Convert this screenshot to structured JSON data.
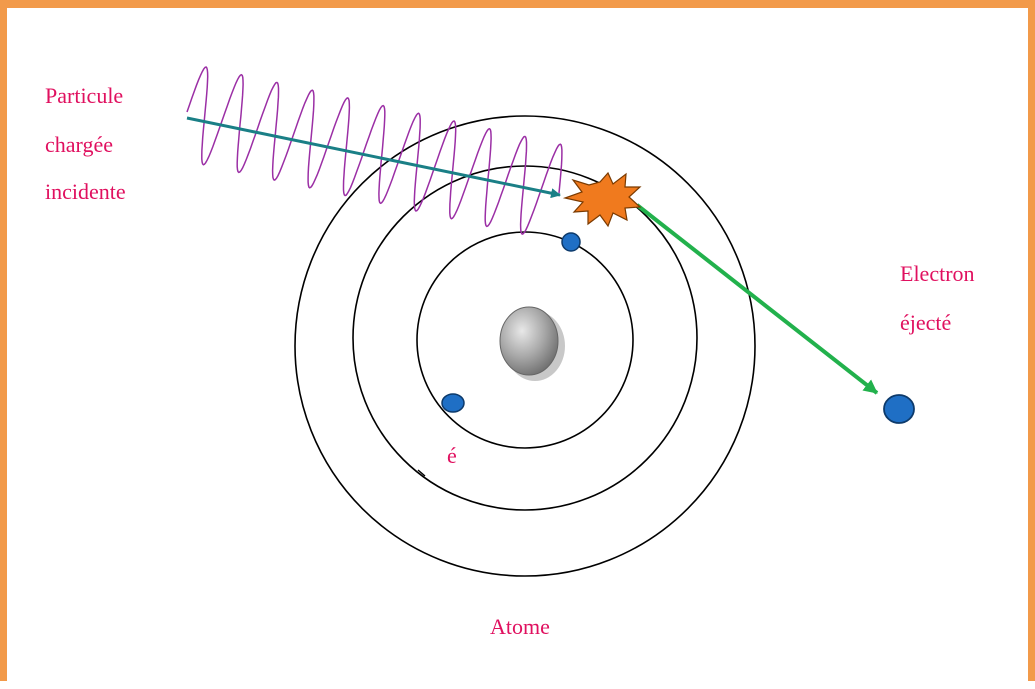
{
  "labels": {
    "incident_line1": "Particule",
    "incident_line2": "chargée",
    "incident_line3": "incidente",
    "ejected_line1": "Electron",
    "ejected_line2": "éjecté",
    "electron_symbol": "é",
    "atom": "Atome"
  },
  "colors": {
    "frame": "#F29A4A",
    "label_text": "#E0105F",
    "wave": "#9B2FA5",
    "incident_arrow": "#1A7F86",
    "ejected_arrow": "#22B14C",
    "electron": "#1F6FC5",
    "collision": "#F07A1E",
    "orbit": "#000000"
  },
  "icons": {
    "collision": "starburst-icon",
    "nucleus": "nucleus-sphere",
    "electron": "electron-dot"
  }
}
